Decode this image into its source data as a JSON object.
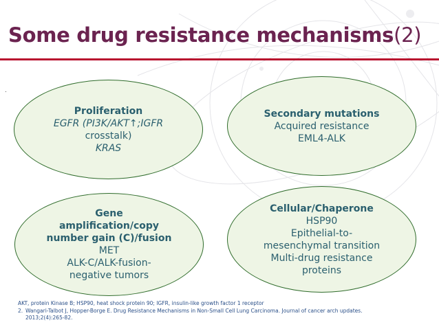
{
  "slide": {
    "title": "Some drug resistance mechanisms",
    "title_suffix": "(2)",
    "tick": "."
  },
  "boxes": [
    {
      "lines": [
        "Proliferation",
        "EGFR (PI3K/AKT↑;IGFR",
        "crosstalk)",
        "KRAS"
      ]
    },
    {
      "lines": [
        "Secondary mutations",
        "Acquired resistance",
        "EML4-ALK"
      ]
    },
    {
      "lines": [
        "Gene",
        "amplification/copy",
        "number gain (C)/fusion",
        "MET",
        "ALK-C/ALK-fusion-",
        "negative tumors"
      ]
    },
    {
      "lines": [
        "Cellular/Chaperone",
        "HSP90",
        "Epithelial-to-",
        "mesenchymal transition",
        "Multi-drug resistance",
        "proteins"
      ]
    }
  ],
  "footnotes": {
    "line1": "AKT, protein Kinase B; HSP90, heat shock protein 90; IGFR, insulin-like growth factor 1 receptor",
    "line2_num": "2.",
    "line2": "Wangari-Talbot J, Hopper-Borge E. Drug Resistance Mechanisms in Non-Small Cell Lung Carcinoma. Journal of cancer arch updates.",
    "line2_cont": "2013;2(4):265-82."
  },
  "colors": {
    "title": "#6b2350",
    "accent_rule": "#b8102e",
    "ellipse_border": "#2e6b2a",
    "ellipse_fill": "#eef5e5",
    "ellipse_text": "#2a5f6e",
    "footnote": "#2a4f88"
  }
}
